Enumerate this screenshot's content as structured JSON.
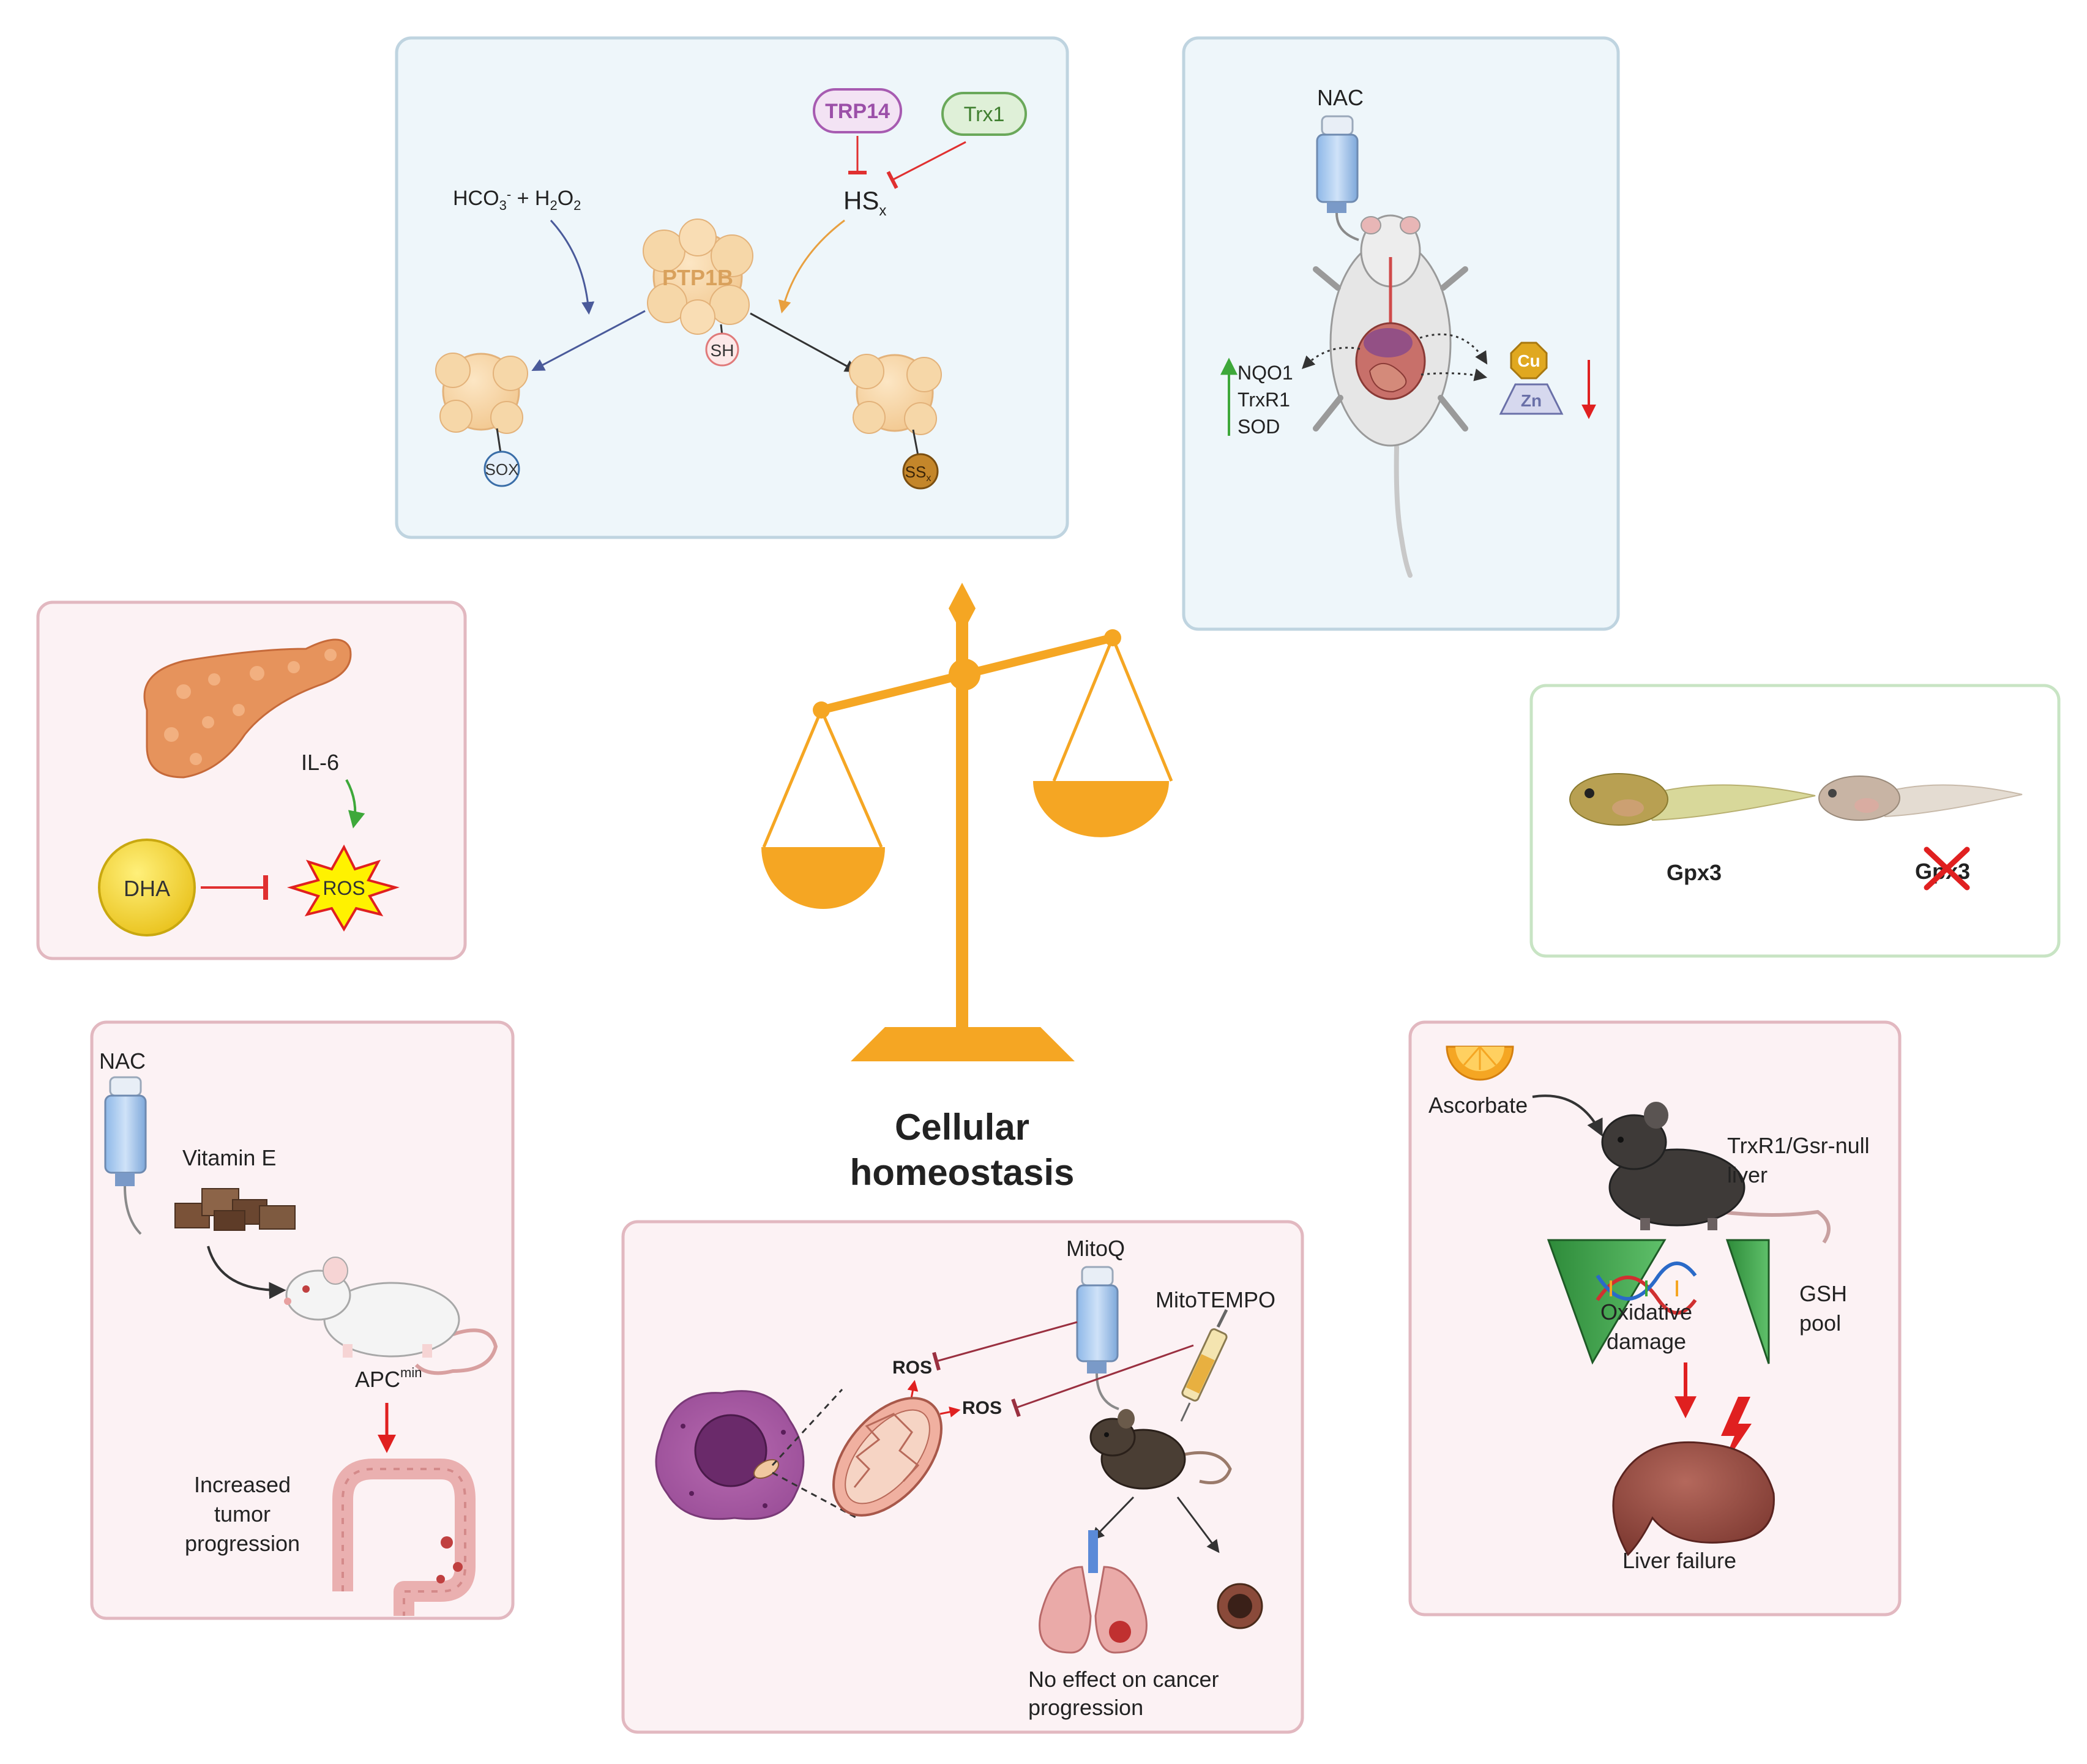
{
  "center": {
    "title_line1": "Cellular",
    "title_line2": "homeostasis",
    "scale_color": "#F5A623"
  },
  "ptp1b_panel": {
    "bg": "#EEF6FA",
    "reactant": "HCO3- + H2O2",
    "enzyme": "PTP1B",
    "thiol": "SH",
    "sox": "SOX",
    "ssx": "SSx",
    "trp14": "TRP14",
    "trx1": "Trx1",
    "hsx": "HSx"
  },
  "nac_mouse_panel": {
    "bg": "#EEF6FA",
    "nac": "NAC",
    "markers": [
      "NQO1",
      "TrxR1",
      "SOD"
    ],
    "cu": "Cu",
    "zn": "Zn"
  },
  "pancreas_panel": {
    "bg": "#FCF2F4",
    "il6": "IL-6",
    "dha": "DHA",
    "ros": "ROS"
  },
  "tadpole_panel": {
    "bg": "#FFFFFF",
    "gpx3": "Gpx3",
    "gpx3_ko": "Gpx3"
  },
  "nac_vitamin_panel": {
    "bg": "#FCF2F4",
    "nac": "NAC",
    "vitamin": "Vitamin E",
    "apc": "APC",
    "apc_sup": "min",
    "outcome": [
      "Increased",
      "tumor",
      "progression"
    ]
  },
  "mito_panel": {
    "bg": "#FCF2F4",
    "mitoq": "MitoQ",
    "mitotempo": "MitoTEMPO",
    "ros1": "ROS",
    "ros2": "ROS",
    "outcome": [
      "No effect on cancer",
      "progression"
    ]
  },
  "ascorbate_panel": {
    "bg": "#FCF2F4",
    "ascorbate": "Ascorbate",
    "genotype": [
      "TrxR1/Gsr-null",
      "liver"
    ],
    "damage": [
      "Oxidative",
      "damage"
    ],
    "gsh": [
      "GSH",
      "pool"
    ],
    "outcome": "Liver failure"
  }
}
